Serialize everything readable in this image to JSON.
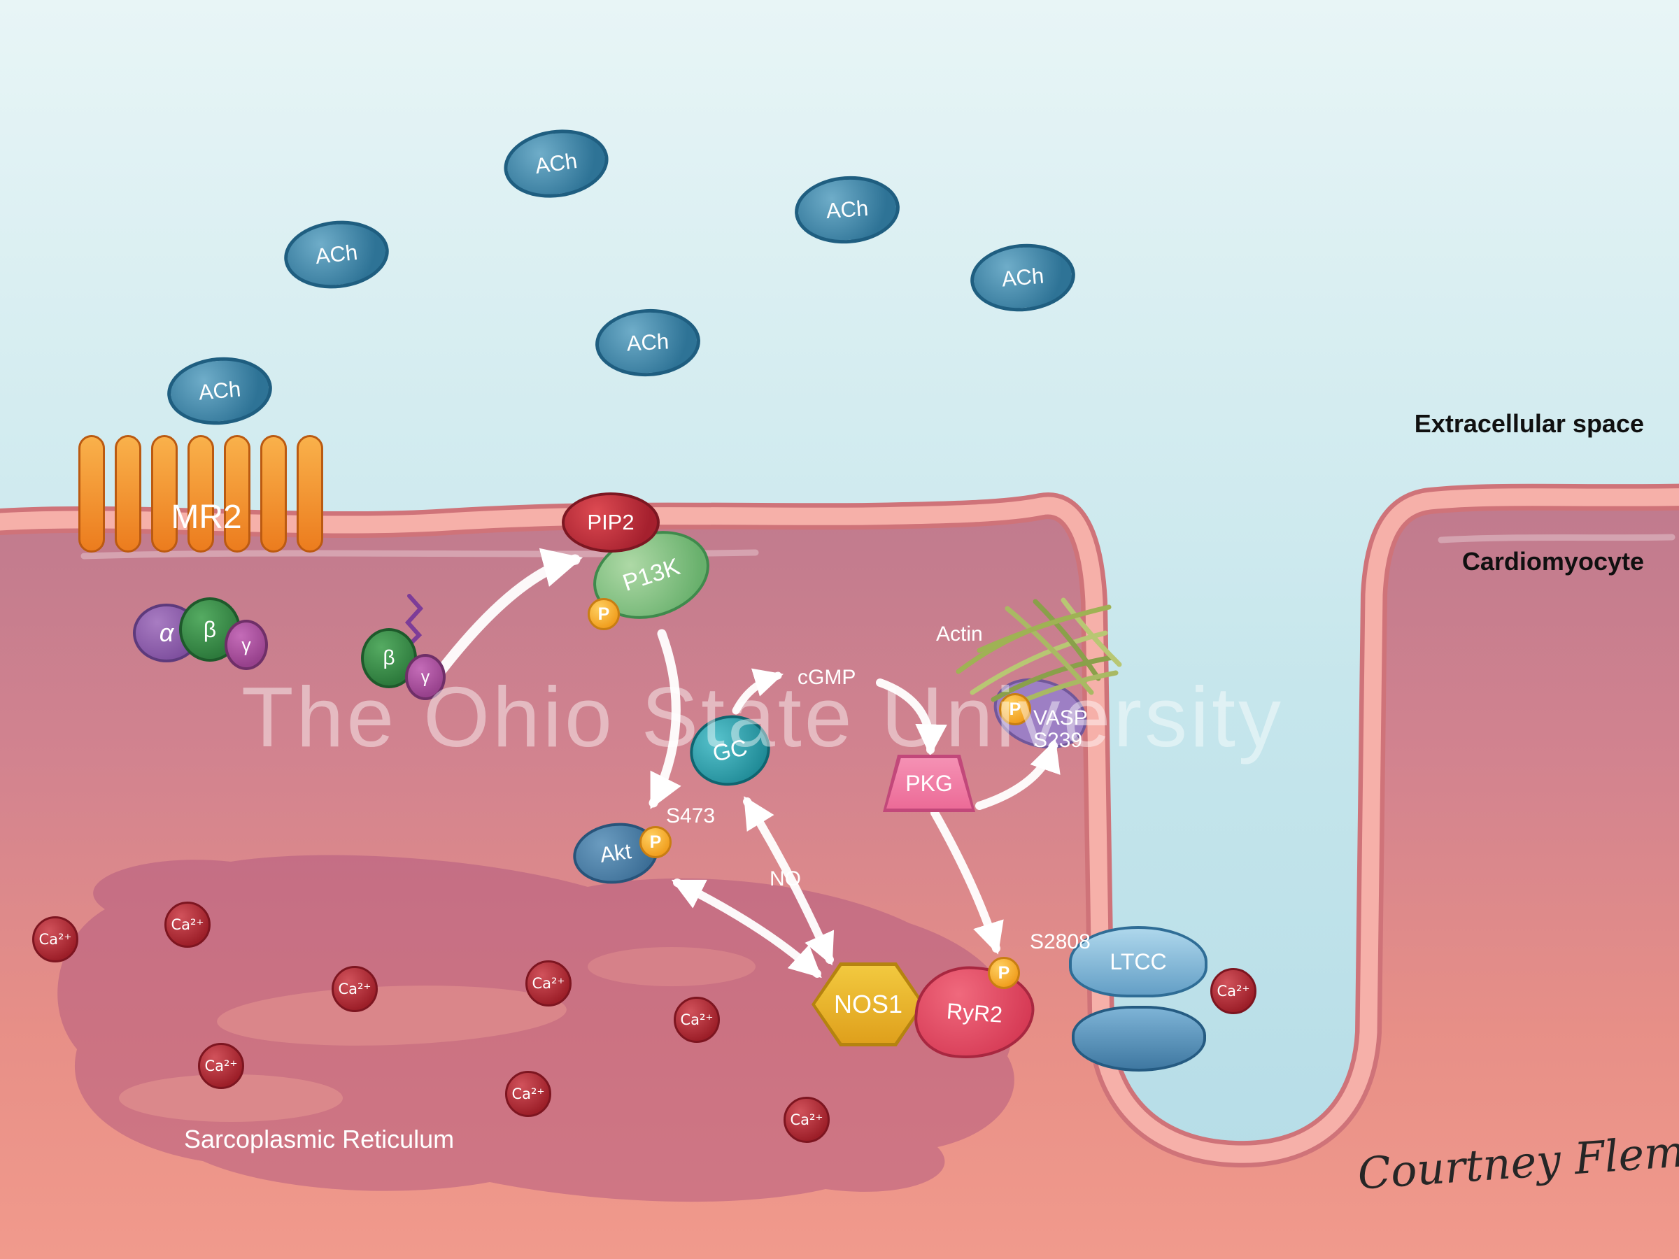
{
  "scene": {
    "watermark": "The Ohio State University",
    "signature": "Courtney Fleming"
  },
  "regions": {
    "extracellular": "Extracellular space",
    "cell": "Cardiomyocyte",
    "sr": "Sarcoplasmic Reticulum"
  },
  "molecules": {
    "ach": "ACh",
    "ca": "Ca²⁺",
    "receptor": "MR2",
    "g_alpha": "α",
    "g_beta": "β",
    "g_gamma": "γ",
    "pip2": "PIP2",
    "pi3k": "P13K",
    "phospho": "P",
    "gc": "GC",
    "akt": "Akt",
    "pkg": "PKG",
    "nos1": "NOS1",
    "ryr2": "RyR2",
    "ltcc": "LTCC",
    "vasp": "VASP"
  },
  "annotations": {
    "cgmp": "cGMP",
    "s473": "S473",
    "no": "NO",
    "actin": "Actin",
    "s2808": "S2808",
    "s239": "S239"
  },
  "colors": {
    "extracellular_blue": "#bfe1ea",
    "cytosol_pink": "#d2838f",
    "membrane_salmon": "#f6b0a9",
    "ach_blue": "#2e7396",
    "receptor_orange": "#ee8124",
    "ca_red": "#9c1e28",
    "phospho_orange": "#f09c1b",
    "arrow_white": "#ffffff"
  }
}
